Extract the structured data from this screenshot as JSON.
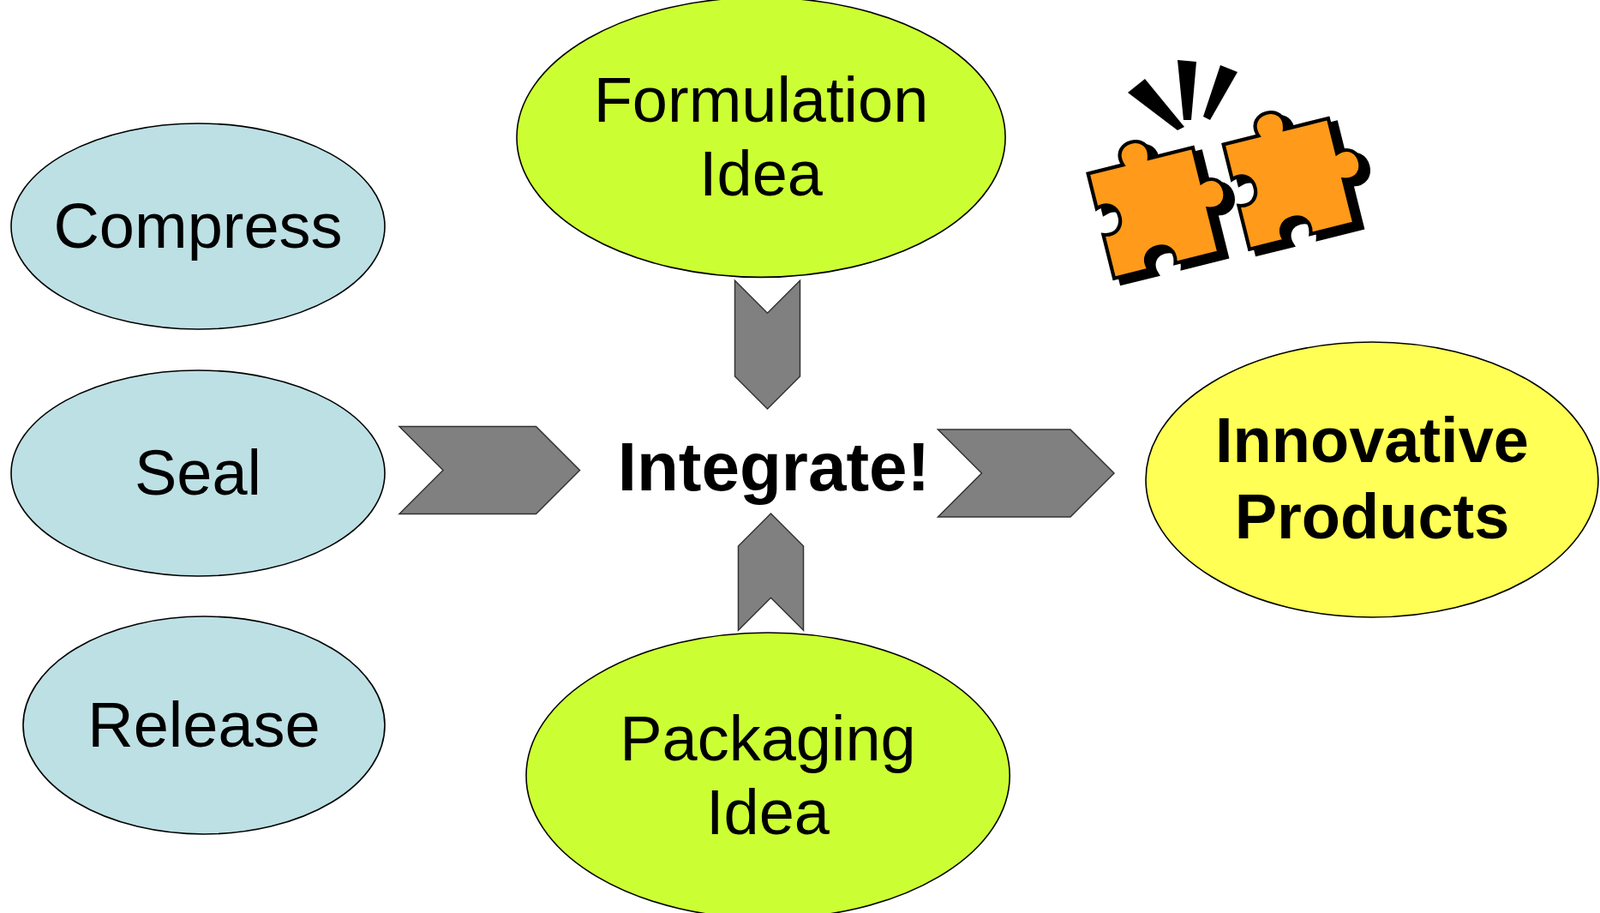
{
  "diagram": {
    "nodes": [
      {
        "text": [
          "Formulation Idea"
        ]
      },
      {
        "text": [
          "Compress"
        ]
      },
      {
        "text": [
          "Seal"
        ]
      },
      {
        "text": [
          "Integrate!"
        ]
      },
      {
        "text": [
          "Innovative Products"
        ]
      },
      {
        "text": [
          "Release"
        ]
      },
      {
        "text": [
          "Packaging Idea"
        ]
      }
    ],
    "edges": [
      {
        "from": 0,
        "to": 3,
        "arrow": "to"
      },
      {
        "from": 2,
        "to": 3,
        "arrow": "to"
      },
      {
        "from": 6,
        "to": 3,
        "arrow": "to"
      },
      {
        "from": 3,
        "to": 4,
        "arrow": "to"
      }
    ]
  }
}
